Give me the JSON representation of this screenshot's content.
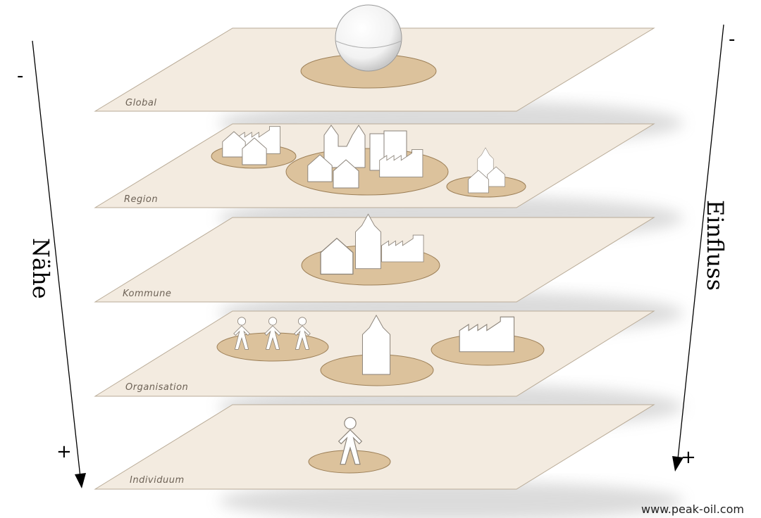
{
  "layers": [
    {
      "id": "global",
      "label": "Global"
    },
    {
      "id": "region",
      "label": "Region"
    },
    {
      "id": "kommune",
      "label": "Kommune"
    },
    {
      "id": "organisation",
      "label": "Organisation"
    },
    {
      "id": "individuum",
      "label": "Individuum"
    }
  ],
  "left_axis": {
    "title": "Nähe",
    "top_sign": "-",
    "bottom_sign": "+"
  },
  "right_axis": {
    "title": "Einfluss",
    "top_sign": "-",
    "bottom_sign": "+"
  },
  "credit": "www.peak-oil.com",
  "colors": {
    "plane": "#f3ebe0",
    "plane_edge": "#b9ab97",
    "disc": "#dcc29c",
    "label": "#6d6256"
  }
}
